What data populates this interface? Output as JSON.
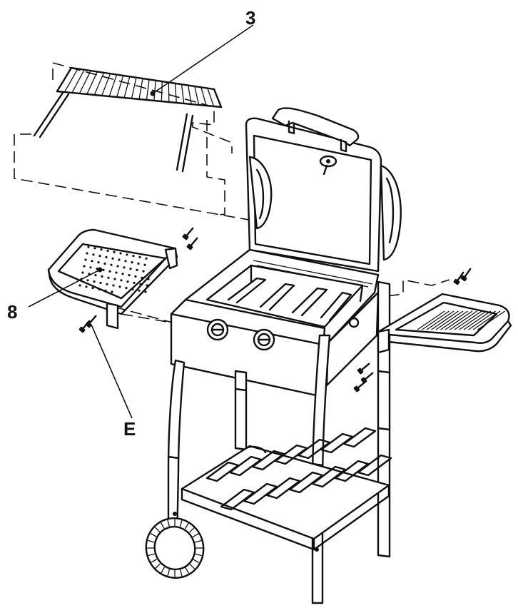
{
  "diagram": {
    "callouts": [
      {
        "id": "grate",
        "label": "3"
      },
      {
        "id": "side-table",
        "label": "8"
      },
      {
        "id": "screw",
        "label": "E"
      }
    ]
  }
}
